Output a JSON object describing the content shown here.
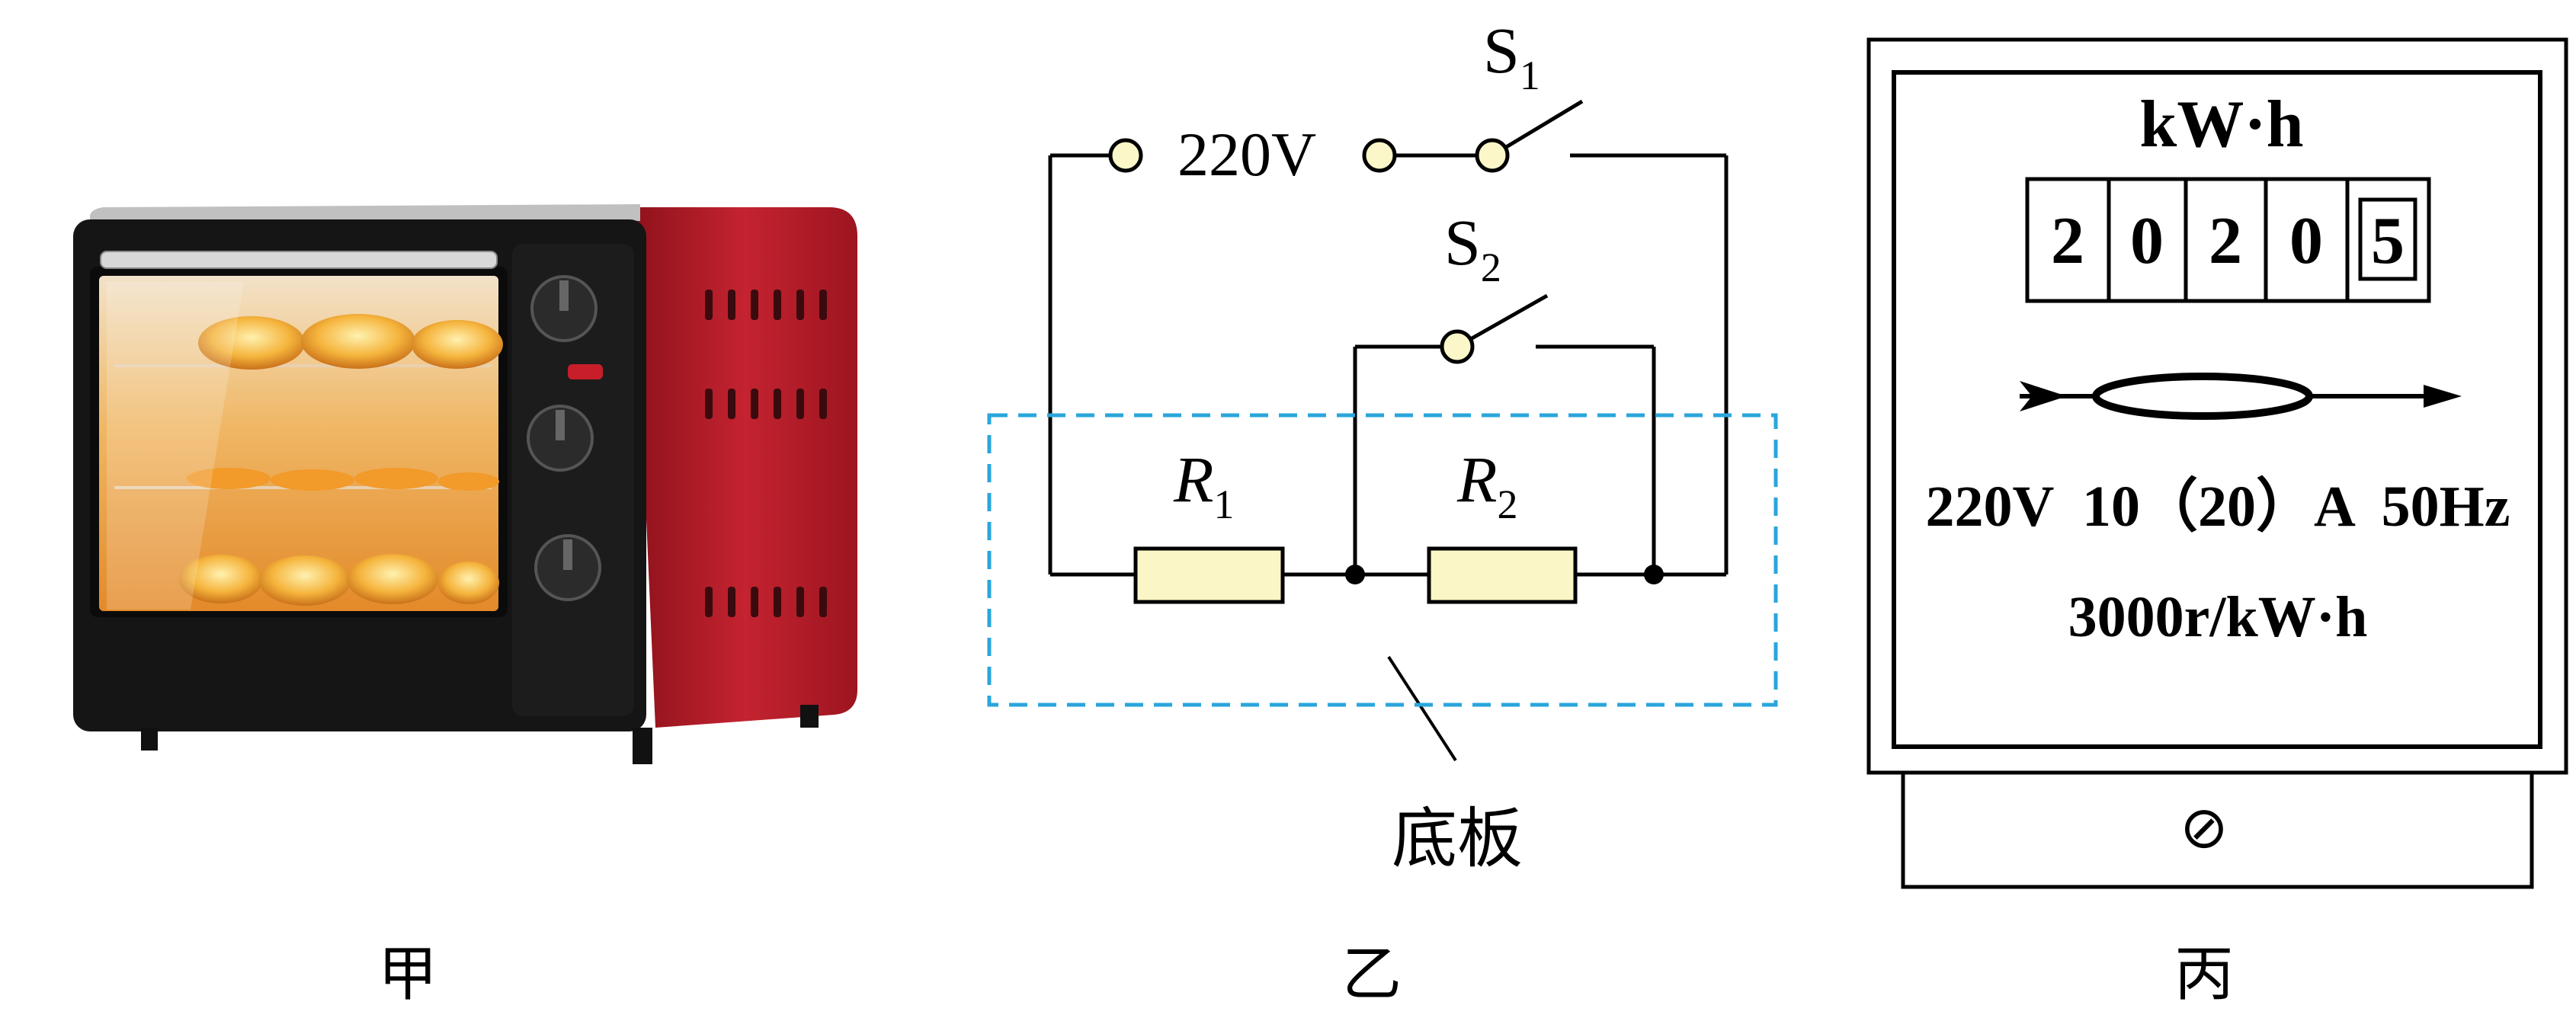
{
  "figures": {
    "oven": {
      "caption": "甲"
    },
    "circuit": {
      "caption": "乙",
      "source_label": "220V",
      "switch1": {
        "letter": "S",
        "sub": "1"
      },
      "switch2": {
        "letter": "S",
        "sub": "2"
      },
      "resistor1": {
        "letter": "R",
        "sub": "1"
      },
      "resistor2": {
        "letter": "R",
        "sub": "2"
      },
      "board_label": "底板"
    },
    "meter": {
      "caption": "丙",
      "unit": "kW·h",
      "digits": [
        "2",
        "0",
        "2",
        "0",
        "5"
      ],
      "rating": "220V  10（20）A  50Hz",
      "constant": "3000r/kW·h",
      "seal_symbol": "⊘"
    }
  },
  "colors": {
    "oven_red": "#b5202b",
    "oven_black": "#151515",
    "resistor_fill": "#fbf6c6",
    "terminal_fill": "#fbf7c8",
    "board_dash": "#2aa6dc"
  }
}
